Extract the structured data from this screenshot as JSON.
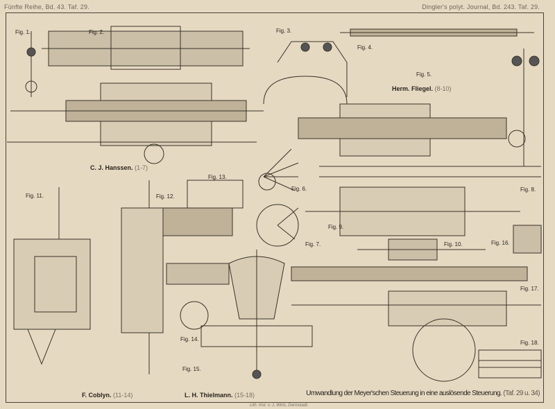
{
  "header": {
    "left": "Fünfte Reihe, Bd. 43. Taf. 29.",
    "right": "Dingler's polyt. Journal, Bd. 243. Taf. 29."
  },
  "figures": [
    "Fig. 1.",
    "Fig. 2.",
    "Fig. 3.",
    "Fig. 4.",
    "Fig. 5.",
    "Fig. 6.",
    "Fig. 7.",
    "Fig. 8.",
    "Fig. 9.",
    "Fig. 10.",
    "Fig. 11.",
    "Fig. 12.",
    "Fig. 13.",
    "Fig. 14.",
    "Fig. 15.",
    "Fig. 16.",
    "Fig. 17.",
    "Fig. 18."
  ],
  "captions": {
    "hanssen": {
      "name": "C. J. Hanssen.",
      "ref": "(1-7)"
    },
    "fliegel": {
      "name": "Herm. Fliegel.",
      "ref": "(8-10)"
    },
    "coblyn": {
      "name": "F. Coblyn.",
      "ref": "(11-14)"
    },
    "thielmann": {
      "name": "L. H. Thielmann.",
      "ref": "(15-18)"
    }
  },
  "title": {
    "text": "Umwandlung der Meyer'schen Steuerung in eine auslösende Steuerung.",
    "ref": "(Taf. 29 u. 34)"
  },
  "imprint": "Lith. Inst. v. J. Wirtz, Darmstadt."
}
